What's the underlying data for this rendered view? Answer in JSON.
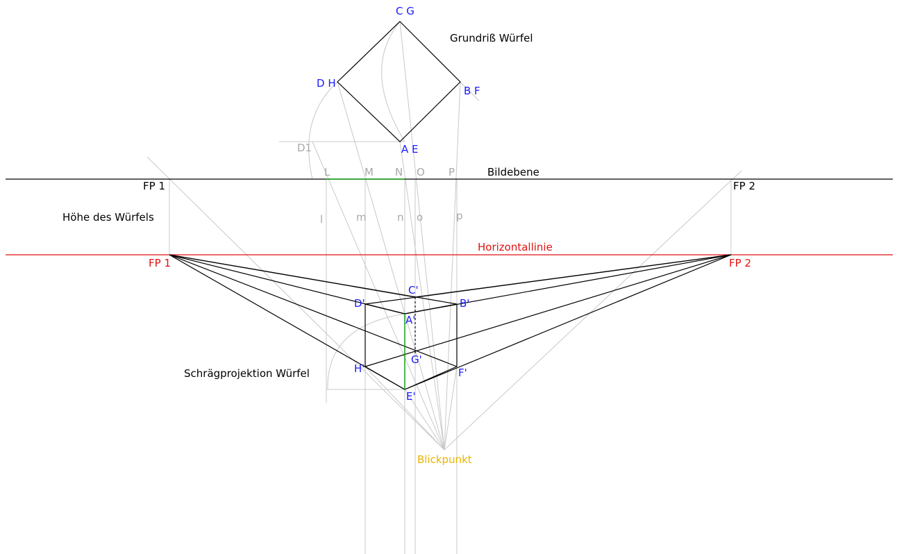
{
  "colors": {
    "construction": "#c8c8c8",
    "edges": "#000000",
    "horizon": "#e01010",
    "point_labels": "#1a1aff",
    "viewpoint": "#e8b400",
    "height_edge": "#10a010"
  },
  "labels": {
    "plan_title": "Grundriß Würfel",
    "picture_plane": "Bildebene",
    "cube_height": "Höhe des Würfels",
    "horizon": "Horizontallinie",
    "projection_title": "Schrägprojektion Würfel",
    "viewpoint": "Blickpunkt"
  },
  "plan_points": {
    "cg": "C G",
    "dh": "D H",
    "bf": "B F",
    "ae": "A E",
    "d1": "D1"
  },
  "vanishing_points": {
    "fp1_plane": "FP 1",
    "fp2_plane": "FP 2",
    "fp1_horizon": "FP 1",
    "fp2_horizon": "FP 2"
  },
  "plane_points": {
    "upper": [
      "L",
      "M",
      "N",
      "O",
      "P"
    ],
    "lower": [
      "l",
      "m",
      "n",
      "o",
      "p"
    ]
  },
  "cube_points": {
    "a": "A'",
    "b": "B'",
    "c": "C'",
    "d": "D'",
    "e": "E'",
    "f": "F'",
    "g": "G'",
    "h": "H'"
  }
}
